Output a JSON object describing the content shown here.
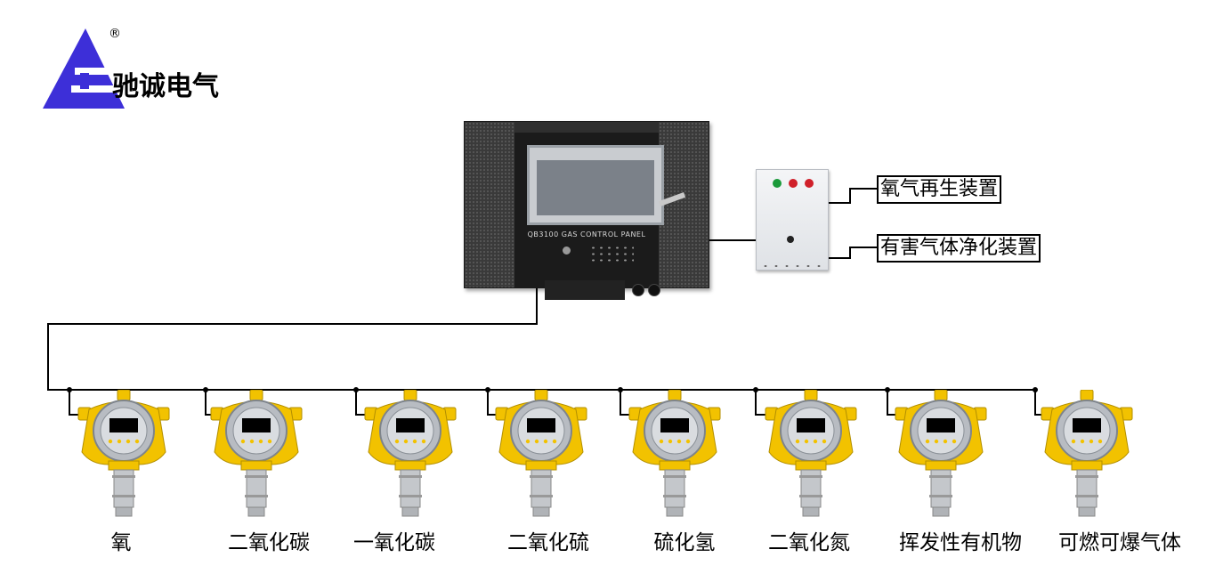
{
  "logo": {
    "brand_text": "驰诚电气",
    "registered_mark": "®",
    "color": "#3d2fd8"
  },
  "control_panel": {
    "model_text": "QB3100 GAS CONTROL PANEL"
  },
  "linkage_box": {
    "lamp_colors": [
      "#1a9a3a",
      "#d0202a",
      "#d0202a"
    ]
  },
  "outputs": [
    {
      "label": "氧气再生装置"
    },
    {
      "label": "有害气体净化装置"
    }
  ],
  "sensors": [
    {
      "name": "氧"
    },
    {
      "name": "二氧化碳"
    },
    {
      "name": "一氧化碳"
    },
    {
      "name": "二氧化硫"
    },
    {
      "name": "硫化氢"
    },
    {
      "name": "二氧化氮"
    },
    {
      "name": "挥发性有机物"
    },
    {
      "name": "可燃可爆气体"
    }
  ],
  "colors": {
    "sensor_body": "#f2c200",
    "wire": "#000000"
  }
}
